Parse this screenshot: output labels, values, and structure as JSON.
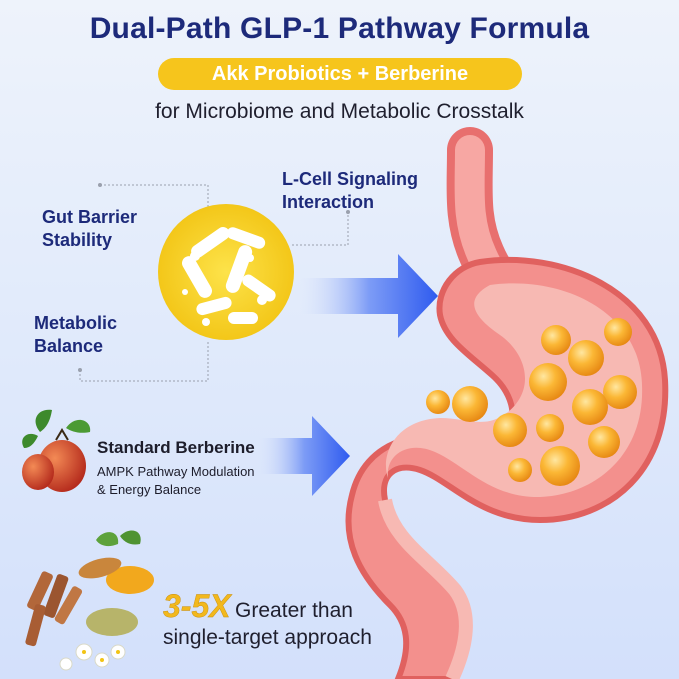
{
  "header": {
    "title": "Dual-Path GLP-1 Pathway Formula",
    "pill": "Akk Probiotics + Berberine",
    "subtitle": "for Microbiome and Metabolic Crosstalk"
  },
  "labels": {
    "gut_barrier": [
      "Gut Barrier",
      "Stability"
    ],
    "l_cell": [
      "L-Cell Signaling",
      "Interaction"
    ],
    "metabolic": [
      "Metabolic",
      "Balance"
    ]
  },
  "berberine": {
    "title": "Standard Berberine",
    "lines": [
      "AMPK Pathway Modulation",
      "& Energy Balance"
    ]
  },
  "claim": {
    "number": "3-5X",
    "text1": "Greater than",
    "text2": "single-target approach"
  },
  "colors": {
    "navy": "#1d2a7a",
    "pill_yellow": "#f6c51c",
    "arrow_blue": "#3a64ef",
    "stomach_pink": "#ef7d7a",
    "orb_orange": "#f7a520"
  },
  "icons": {
    "probiotic_disc": "bacteria-disc-icon",
    "berry": "rosehip-berry-icon",
    "spices": "herb-spices-icon"
  }
}
